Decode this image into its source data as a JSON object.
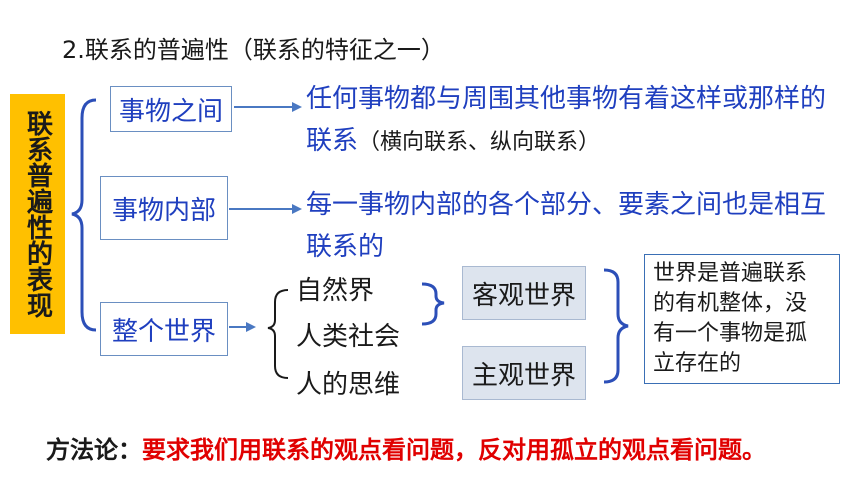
{
  "title": "2.联系的普遍性（联系的特征之一）",
  "side_label": "联系普遍性的表现",
  "rows": [
    {
      "label": "事物之间",
      "line1": "任何事物都与周围其他事物有着这样或那样的",
      "line2_blue": "联系",
      "line2_black": "（横向联系、纵向联系）"
    },
    {
      "label": "事物内部",
      "line1": "每一事物内部的各个部分、要素之间也是相互",
      "line2_blue": "联系的"
    }
  ],
  "whole_world": {
    "label": "整个世界",
    "items": [
      "自然界",
      "人类社会",
      "人的思维"
    ],
    "objective": "客观世界",
    "subjective": "主观世界",
    "conclusion_lines": [
      "世界是普遍联系",
      "的有机整体，没",
      "有一个事物是孤",
      "立存在的"
    ]
  },
  "methodology": {
    "key": "方法论：",
    "value": "要求我们用联系的观点看问题，反对用孤立的观点看问题。"
  },
  "colors": {
    "accent": "#FFC000",
    "blue": "#1f3fbf",
    "red": "#e00000"
  }
}
